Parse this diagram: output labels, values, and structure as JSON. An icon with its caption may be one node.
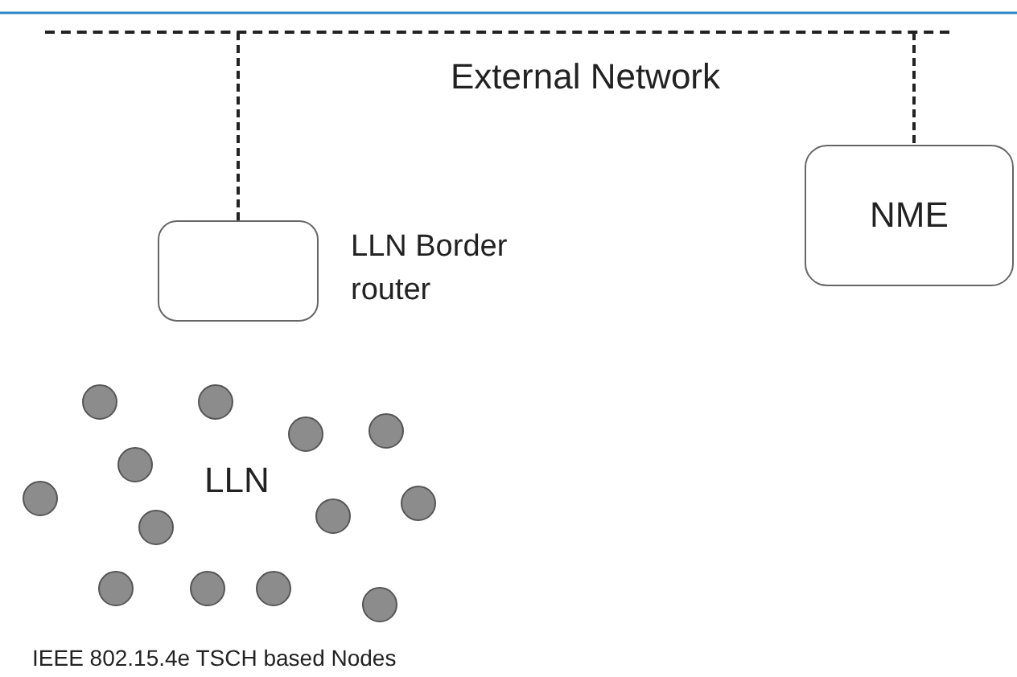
{
  "diagram": {
    "nodes": [
      {
        "text": [
          "External Network"
        ]
      },
      {
        "text": [],
        "shape": "box",
        "beside": [
          "LLN Border router"
        ]
      },
      {
        "text": [
          "NME"
        ]
      },
      {
        "text": [],
        "shape": "circle"
      },
      {
        "text": [],
        "shape": "circle"
      },
      {
        "text": [],
        "shape": "circle"
      },
      {
        "text": [],
        "shape": "circle"
      },
      {
        "text": [],
        "shape": "circle"
      },
      {
        "text": [],
        "shape": "circle"
      },
      {
        "text": [],
        "shape": "circle"
      },
      {
        "text": [],
        "shape": "circle"
      },
      {
        "text": [],
        "shape": "circle"
      },
      {
        "text": [],
        "shape": "circle"
      },
      {
        "text": [],
        "shape": "circle"
      },
      {
        "text": [],
        "shape": "circle"
      },
      {
        "text": [],
        "shape": "circle"
      }
    ],
    "edges": [
      {
        "from": 0,
        "to": 1,
        "arrow": "none",
        "style": "dashed"
      },
      {
        "from": 0,
        "to": 2,
        "arrow": "none",
        "style": "dashed"
      }
    ],
    "labels": [
      "LLN"
    ],
    "caption": "IEEE 802.15.4e TSCH based Nodes"
  }
}
